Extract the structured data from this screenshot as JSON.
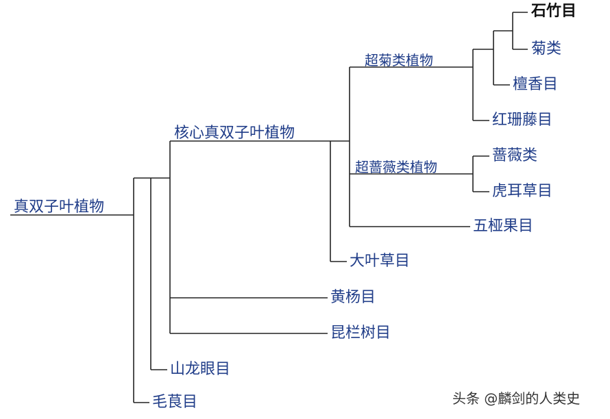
{
  "tree": {
    "root": "真双子叶植物",
    "clades": {
      "core": "核心真双子叶植物",
      "superasterids": "超菊类植物",
      "superrosids": "超蔷薇类植物"
    },
    "leaves": {
      "caryophyllales": "石竹目",
      "asterids": "菊类",
      "santalales": "檀香目",
      "berberidopsidales": "红珊藤目",
      "rosids": "蔷薇类",
      "saxifragales": "虎耳草目",
      "dilleniales": "五桠果目",
      "gunnerales": "大叶草目",
      "buxales": "黄杨目",
      "trochodendrales": "昆栏树目",
      "proteales": "山龙眼目",
      "ranunculales": "毛茛目"
    }
  },
  "watermark": "头条 @麟剑的人类史"
}
